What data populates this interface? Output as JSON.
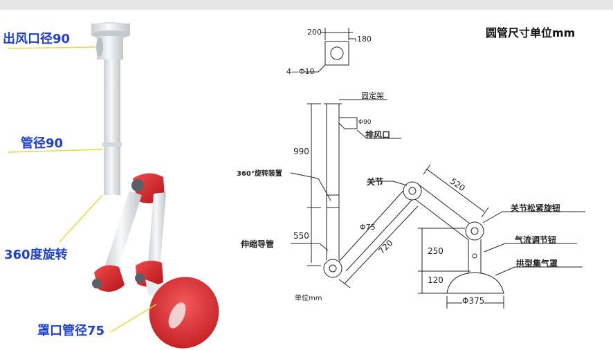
{
  "left_labels": {
    "outlet": "出风口径90",
    "pipe": "管径90",
    "rotate": "360度旋转",
    "hood": "罩口管径75"
  },
  "diagram": {
    "title": "圆管尺寸单位mm",
    "flange_w": "200",
    "flange_h": "180",
    "holes": "4—Φ10",
    "bracket": "固定架",
    "phi90": "Φ90",
    "exhaust": "排风口",
    "len990": "990",
    "swivel": "360°旋转装置",
    "len550": "550",
    "telescope": "伸缩导管",
    "joint": "关节",
    "len520": "520",
    "phi75": "Φ75",
    "len720": "720",
    "knob": "关节松紧旋钮",
    "airflow": "气流调节钮",
    "len250": "250",
    "hood": "拱型集气罩",
    "len120": "120",
    "phi375": "Φ375",
    "unit": "单位mm"
  },
  "colors": {
    "label_blue": "#1f3fd0",
    "arm_red": "#e0262b",
    "pipe_white": "#e8ecef"
  }
}
